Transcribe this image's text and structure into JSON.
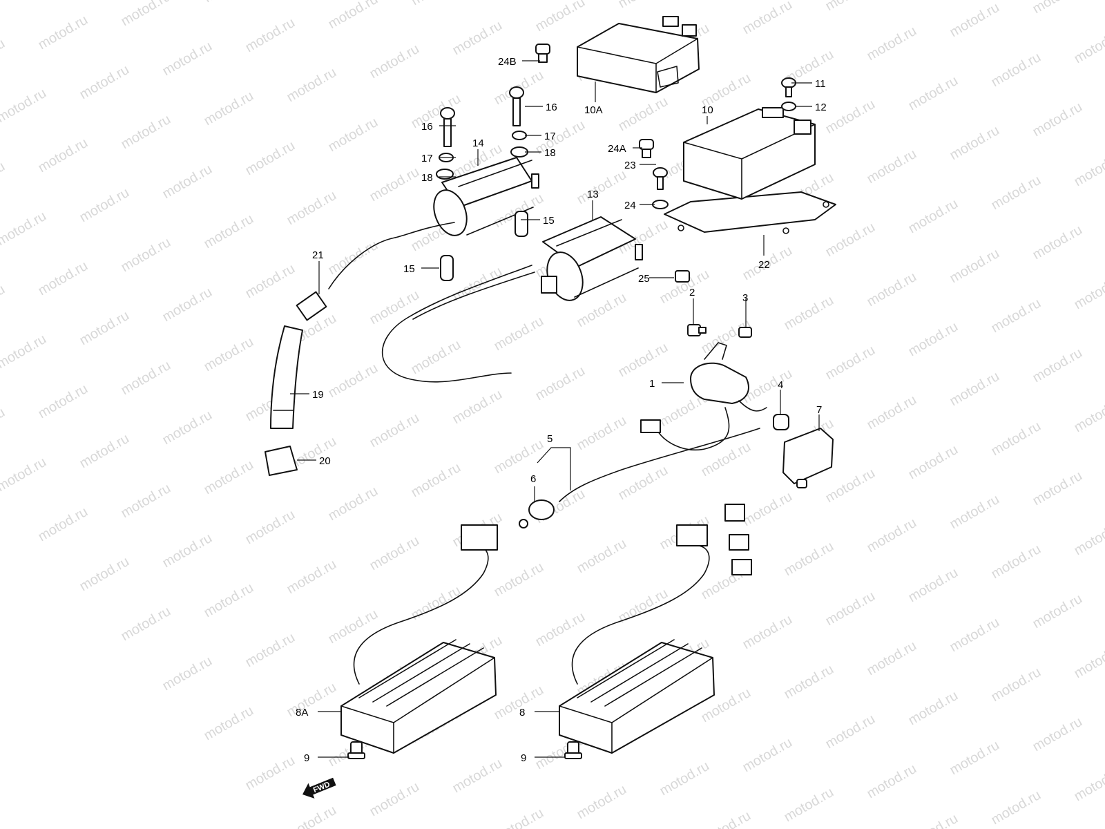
{
  "watermark": {
    "text": "motod.ru",
    "color": "#d8d8d8"
  },
  "colors": {
    "line": "#111111",
    "background": "#ffffff"
  },
  "fwd_badge": {
    "label": "FWD",
    "icon": "fwd-arrow-icon"
  },
  "callouts": {
    "c1": "1",
    "c2": "2",
    "c3": "3",
    "c4": "4",
    "c5": "5",
    "c6": "6",
    "c7": "7",
    "c8": "8",
    "c8a": "8A",
    "c9a": "9",
    "c9b": "9",
    "c10": "10",
    "c10a": "10A",
    "c11": "11",
    "c12": "12",
    "c13": "13",
    "c14": "14",
    "c15a": "15",
    "c15b": "15",
    "c16a": "16",
    "c16b": "16",
    "c17a": "17",
    "c17b": "17",
    "c18a": "18",
    "c18b": "18",
    "c19": "19",
    "c20": "20",
    "c21": "21",
    "c22": "22",
    "c23": "23",
    "c24": "24",
    "c24a": "24A",
    "c24b": "24B",
    "c25": "25"
  }
}
